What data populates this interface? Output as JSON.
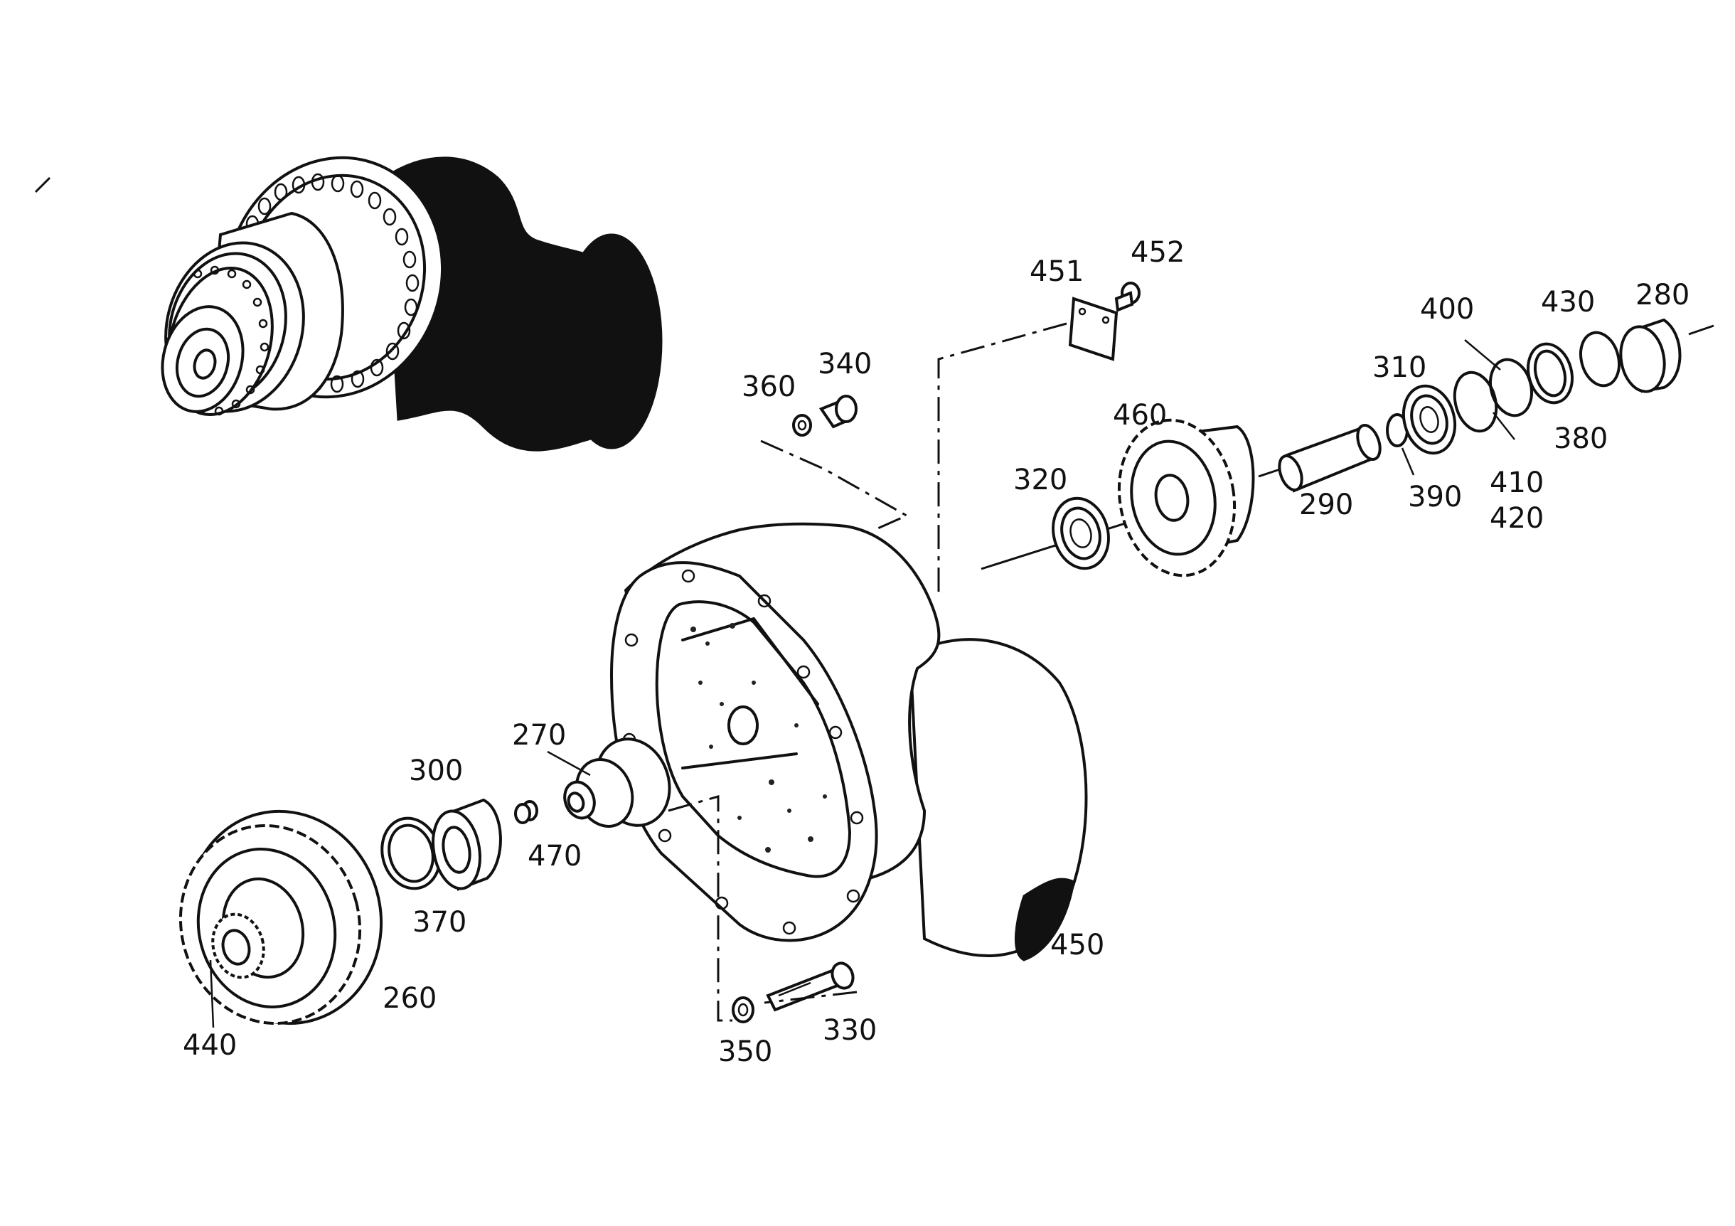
{
  "diagram": {
    "colors": {
      "ink": "#111111",
      "paper": "#ffffff"
    },
    "callouts": [
      {
        "id": "260",
        "text": "260"
      },
      {
        "id": "270",
        "text": "270"
      },
      {
        "id": "280",
        "text": "280"
      },
      {
        "id": "290",
        "text": "290"
      },
      {
        "id": "300",
        "text": "300"
      },
      {
        "id": "310",
        "text": "310"
      },
      {
        "id": "320",
        "text": "320"
      },
      {
        "id": "330",
        "text": "330"
      },
      {
        "id": "340",
        "text": "340"
      },
      {
        "id": "350",
        "text": "350"
      },
      {
        "id": "360",
        "text": "360"
      },
      {
        "id": "370",
        "text": "370"
      },
      {
        "id": "380",
        "text": "380"
      },
      {
        "id": "390",
        "text": "390"
      },
      {
        "id": "400",
        "text": "400"
      },
      {
        "id": "410",
        "text": "410"
      },
      {
        "id": "420",
        "text": "420"
      },
      {
        "id": "430",
        "text": "430"
      },
      {
        "id": "440",
        "text": "440"
      },
      {
        "id": "450",
        "text": "450"
      },
      {
        "id": "451",
        "text": "451"
      },
      {
        "id": "452",
        "text": "452"
      },
      {
        "id": "460",
        "text": "460"
      },
      {
        "id": "470",
        "text": "470"
      }
    ]
  }
}
